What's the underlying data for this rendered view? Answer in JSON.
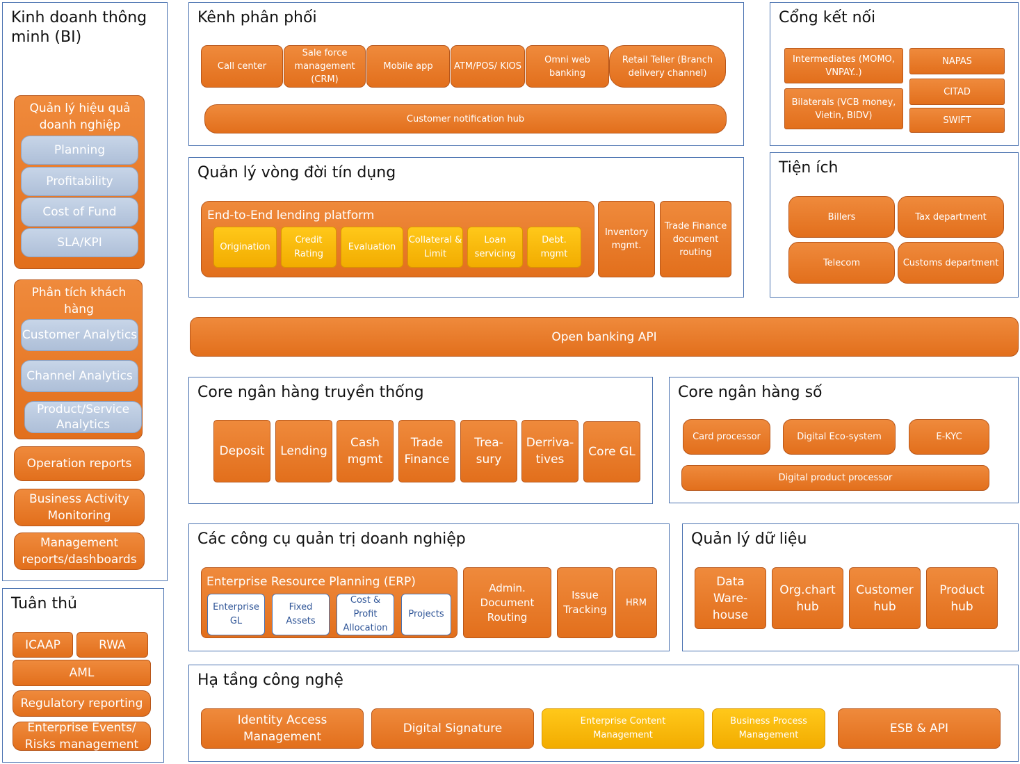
{
  "bi": {
    "title": "Kinh doanh thông minh (BI)",
    "perf_group": "Quản lý hiệu quả doanh nghiệp",
    "planning": "Planning",
    "profitability": "Profitability",
    "cost_of_fund": "Cost of Fund",
    "sla_kpi": "SLA/KPI",
    "customer_group": "Phân tích khách hàng",
    "customer_analytics": "Customer Analytics",
    "channel_analytics": "Channel Analytics",
    "product_analytics": "Product/Service Analytics",
    "operation_reports": "Operation reports",
    "bam": "Business Activity Monitoring",
    "mgmt_reports": "Management reports/dashboards"
  },
  "compliance": {
    "title": "Tuân thủ",
    "icaap": "ICAAP",
    "rwa": "RWA",
    "aml": "AML",
    "regulatory": "Regulatory reporting",
    "events": "Enterprise Events/ Risks management"
  },
  "channels": {
    "title": "Kênh phân phối",
    "items": [
      "Call center",
      "Sale force management (CRM)",
      "Mobile app",
      "ATM/POS/ KIOS",
      "Omni web banking",
      "Retail Teller (Branch delivery channel)"
    ],
    "notification_hub": "Customer notification  hub"
  },
  "gateway": {
    "title": "Cổng kết nối",
    "intermediates": "Intermediates (MOMO, VNPAY..)",
    "bilaterals": "Bilaterals (VCB money, Vietin, BIDV)",
    "napas": "NAPAS",
    "citad": "CITAD",
    "swift": "SWIFT"
  },
  "lending": {
    "title": "Quản lý vòng đời tín dụng",
    "platform": "End-to-End lending platform",
    "steps": [
      "Origination",
      "Credit Rating",
      "Evaluation",
      "Collateral & Limit",
      "Loan servicing",
      "Debt. mgmt"
    ],
    "inventory": "Inventory mgmt.",
    "trade_finance_routing": "Trade Finance document routing"
  },
  "utilities": {
    "title": "Tiện ích",
    "billers": "Billers",
    "tax": "Tax department",
    "telecom": "Telecom",
    "customs": "Customs department"
  },
  "open_banking": "Open banking API",
  "core_traditional": {
    "title": "Core ngân hàng truyền thống",
    "items": [
      "Deposit",
      "Lending",
      "Cash mgmt",
      "Trade Finance",
      "Trea- sury",
      "Derriva- tives",
      "Core GL"
    ]
  },
  "core_digital": {
    "title": "Core ngân hàng số",
    "card": "Card processor",
    "eco": "Digital Eco-system",
    "ekyc": "E-KYC",
    "product_processor": "Digital product processor"
  },
  "enterprise_tools": {
    "title": "Các công cụ quản trị doanh nghiệp",
    "erp": "Enterprise Resource Planning (ERP)",
    "erp_items": [
      "Enterprise GL",
      "Fixed Assets",
      "Cost & Profit Allocation",
      "Projects"
    ],
    "admin_doc": "Admin. Document Routing",
    "issue_tracking": "Issue Tracking",
    "hrm": "HRM"
  },
  "data_mgmt": {
    "title": "Quản lý dữ liệu",
    "items": [
      "Data Ware- house",
      "Org.chart hub",
      "Customer hub",
      "Product hub"
    ]
  },
  "infrastructure": {
    "title": "Hạ tầng công nghệ",
    "iam": "Identity Access Management",
    "signature": "Digital Signature",
    "ecm": "Enterprise Content Management",
    "bpm": "Business Process Management",
    "esb": "ESB & API"
  }
}
